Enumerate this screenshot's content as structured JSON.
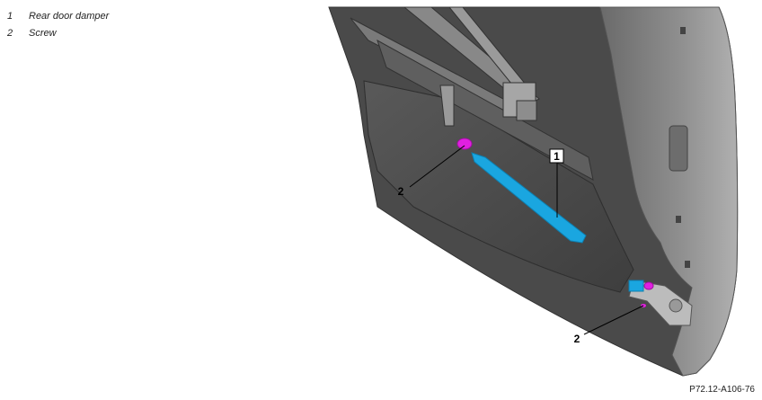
{
  "legend": [
    {
      "number": "1",
      "label": "Rear door damper"
    },
    {
      "number": "2",
      "label": "Screw"
    }
  ],
  "callouts": {
    "damper": "1",
    "screw_upper": "2",
    "screw_lower": "2"
  },
  "figure_id": "P72.12-A106-76",
  "colors": {
    "door_dark": "#4a4a4a",
    "door_mid": "#5d5d5d",
    "door_light": "#8c8c8c",
    "damper_highlight": "#1aa6e0",
    "screw_highlight": "#e020e0"
  }
}
